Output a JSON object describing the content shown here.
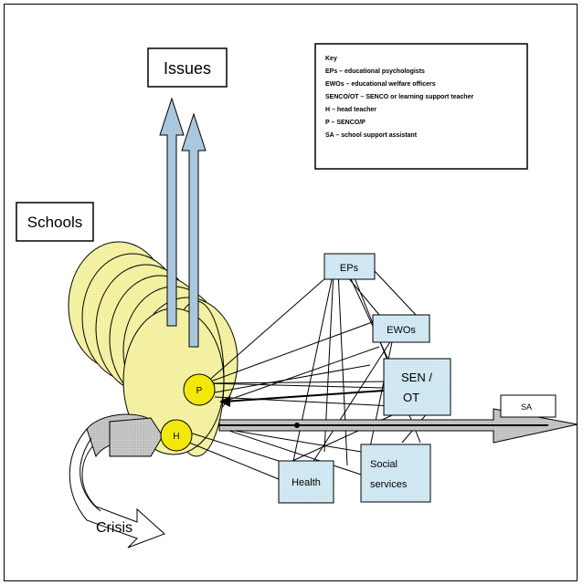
{
  "boxes": {
    "issues": "Issues",
    "schools": "Schools",
    "eps": "EPs",
    "ewos": "EWOs",
    "sen_ot_line1": "SEN /",
    "sen_ot_line2": "OT",
    "health": "Health",
    "social_line1": "Social",
    "social_line2": "services",
    "sa": "SA",
    "crisis": "Crisis"
  },
  "circles": {
    "p": "P",
    "h": "H"
  },
  "key": {
    "title": "Key",
    "lines": [
      "EPs – educational psychologists",
      "EWOs – educational welfare officers",
      "SENCO/OT – SENCO or learning support teacher",
      "H – head teacher",
      "P – SENCO/P",
      "SA – school support assistant"
    ]
  },
  "colors": {
    "cylinder": "#f6f3a6",
    "arrow": "#a9c8de",
    "box": "#d4eaf4",
    "circle": "#f2e80c",
    "crisis": "#c8c8c8"
  }
}
